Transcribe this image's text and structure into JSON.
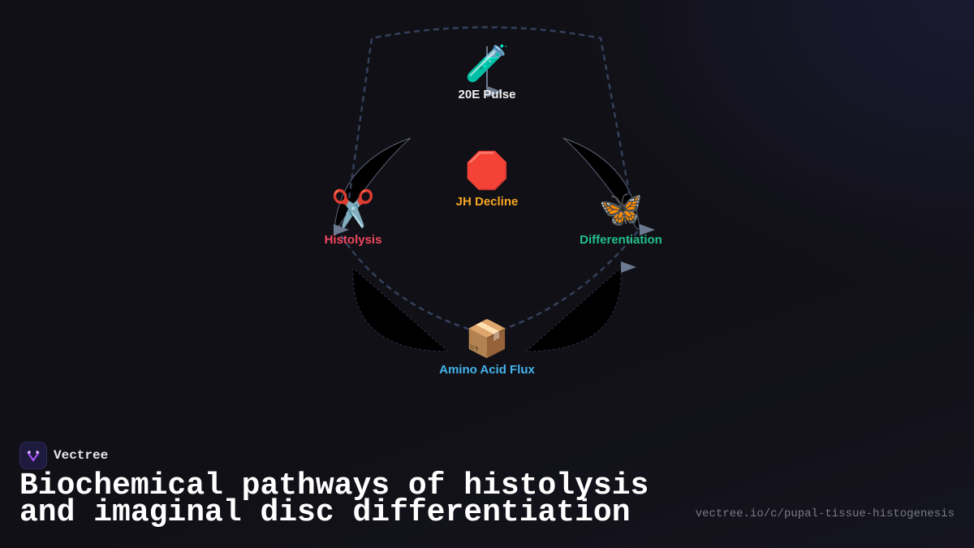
{
  "diagram": {
    "nodes": [
      {
        "id": "pulse",
        "label": "20E Pulse",
        "icon": "test-tube-icon",
        "emoji": "🧪",
        "color": "#f2f2f2"
      },
      {
        "id": "jh",
        "label": "JH Decline",
        "icon": "stop-sign-icon",
        "emoji": "🛑",
        "color": "#f5a524"
      },
      {
        "id": "histolysis",
        "label": "Histolysis",
        "icon": "scissors-icon",
        "emoji": "✂️",
        "color": "#f0475e"
      },
      {
        "id": "differentiation",
        "label": "Differentiation",
        "icon": "butterfly-icon",
        "emoji": "🦋",
        "color": "#22c08a"
      },
      {
        "id": "amino",
        "label": "Amino Acid Flux",
        "icon": "package-icon",
        "emoji": "📦",
        "color": "#45b4ec"
      }
    ],
    "edge_color": "#34405a",
    "arrow_color": "#6b7a90"
  },
  "brand": {
    "name": "Vectree",
    "accent": "#a855f7"
  },
  "title": "Biochemical pathways of histolysis and imaginal disc differentiation",
  "url": "vectree.io/c/pupal-tissue-histogenesis"
}
